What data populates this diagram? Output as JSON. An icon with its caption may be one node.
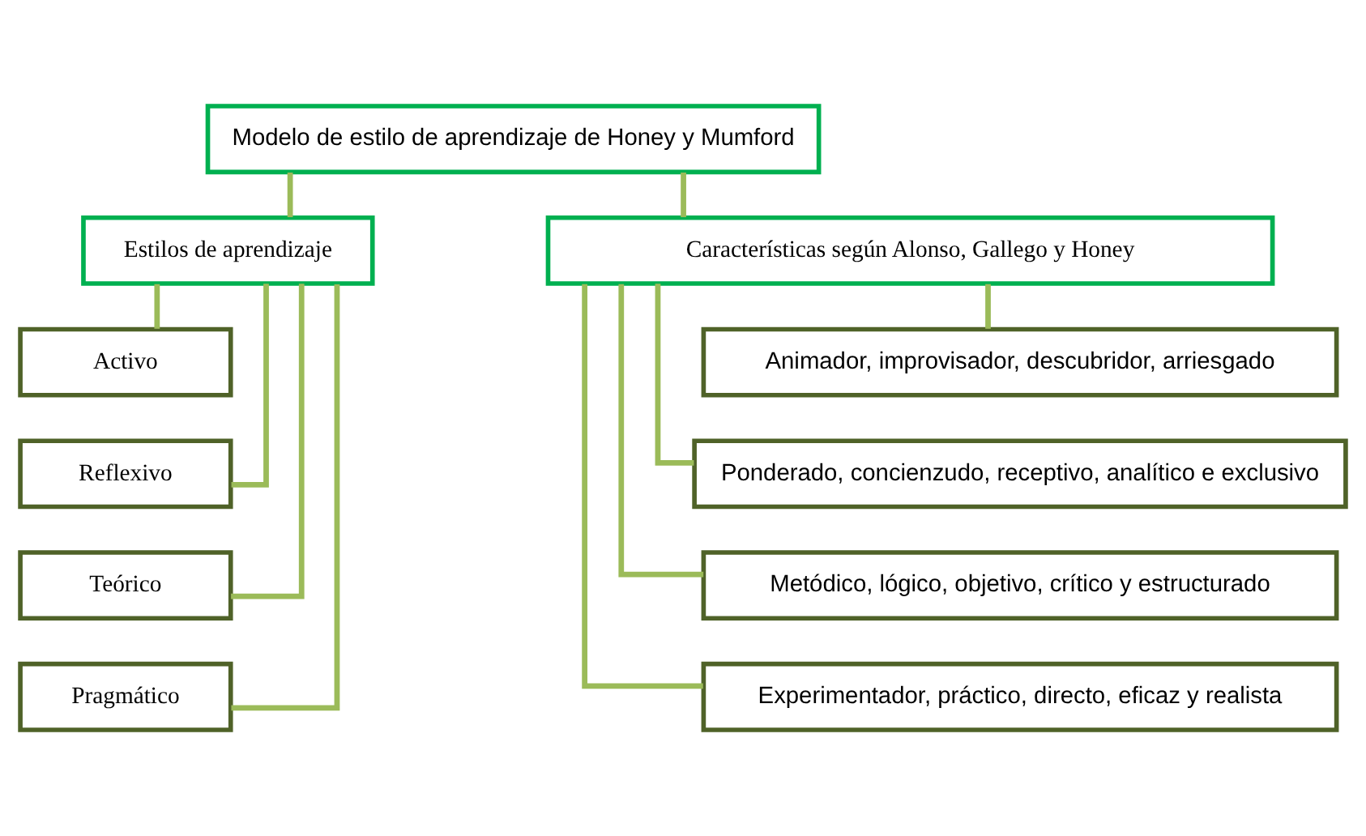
{
  "diagram": {
    "nodes": [
      {
        "text": [
          "Modelo de estilo de aprendizaje de Honey y Mumford"
        ]
      },
      {
        "text": [
          "Estilos de aprendizaje"
        ]
      },
      {
        "text": [
          "Características según Alonso, Gallego y Honey"
        ]
      },
      {
        "text": [
          "Activo"
        ]
      },
      {
        "text": [
          "Reflexivo"
        ]
      },
      {
        "text": [
          "Teórico"
        ]
      },
      {
        "text": [
          "Pragmático"
        ]
      },
      {
        "text": [
          "Animador, improvisador, descubridor, arriesgado"
        ]
      },
      {
        "text": [
          "Ponderado, concienzudo, receptivo, analítico e exclusivo"
        ]
      },
      {
        "text": [
          "Metódico, lógico, objetivo, crítico y estructurado"
        ]
      },
      {
        "text": [
          "Experimentador, práctico, directo, eficaz y realista"
        ]
      }
    ],
    "edges": [
      {
        "from": 0,
        "to": 1,
        "arrow": "none"
      },
      {
        "from": 0,
        "to": 2,
        "arrow": "none"
      },
      {
        "from": 1,
        "to": 3,
        "arrow": "none"
      },
      {
        "from": 1,
        "to": 4,
        "arrow": "none"
      },
      {
        "from": 1,
        "to": 5,
        "arrow": "none"
      },
      {
        "from": 1,
        "to": 6,
        "arrow": "none"
      },
      {
        "from": 2,
        "to": 7,
        "arrow": "none"
      },
      {
        "from": 2,
        "to": 8,
        "arrow": "none"
      },
      {
        "from": 2,
        "to": 9,
        "arrow": "none"
      },
      {
        "from": 2,
        "to": 10,
        "arrow": "none"
      }
    ]
  }
}
